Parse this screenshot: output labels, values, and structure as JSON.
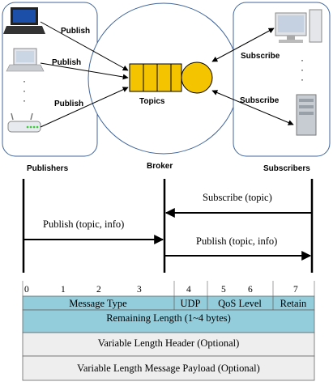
{
  "top": {
    "publish_labels": [
      "Publish",
      "Publish",
      "Publish"
    ],
    "subscribe_labels": [
      "Subscribe",
      "Subscribe"
    ],
    "topics_label": "Topics",
    "publishers_label": "Publishers",
    "broker_label": "Broker",
    "subscribers_label": "Subscribers",
    "ellipsis": "·"
  },
  "sequence": {
    "subscribe_msg": "Subscribe (topic)",
    "publish_msg_1": "Publish (topic, info)",
    "publish_msg_2": "Publish (topic, info)"
  },
  "packet": {
    "bit_numbers": [
      "0",
      "1",
      "2",
      "3",
      "4",
      "5",
      "6",
      "7"
    ],
    "row1": [
      "Message Type",
      "UDP",
      "QoS Level",
      "Retain"
    ],
    "row2": "Remaining Length (1~4 bytes)",
    "row3": "Variable Length Header (Optional)",
    "row4": "Variable Length Message Payload (Optional)",
    "colors": {
      "header": "#93cddc",
      "body": "#eeeeee"
    }
  },
  "colors": {
    "queue": "#f5c400",
    "outline": "#41669b"
  }
}
